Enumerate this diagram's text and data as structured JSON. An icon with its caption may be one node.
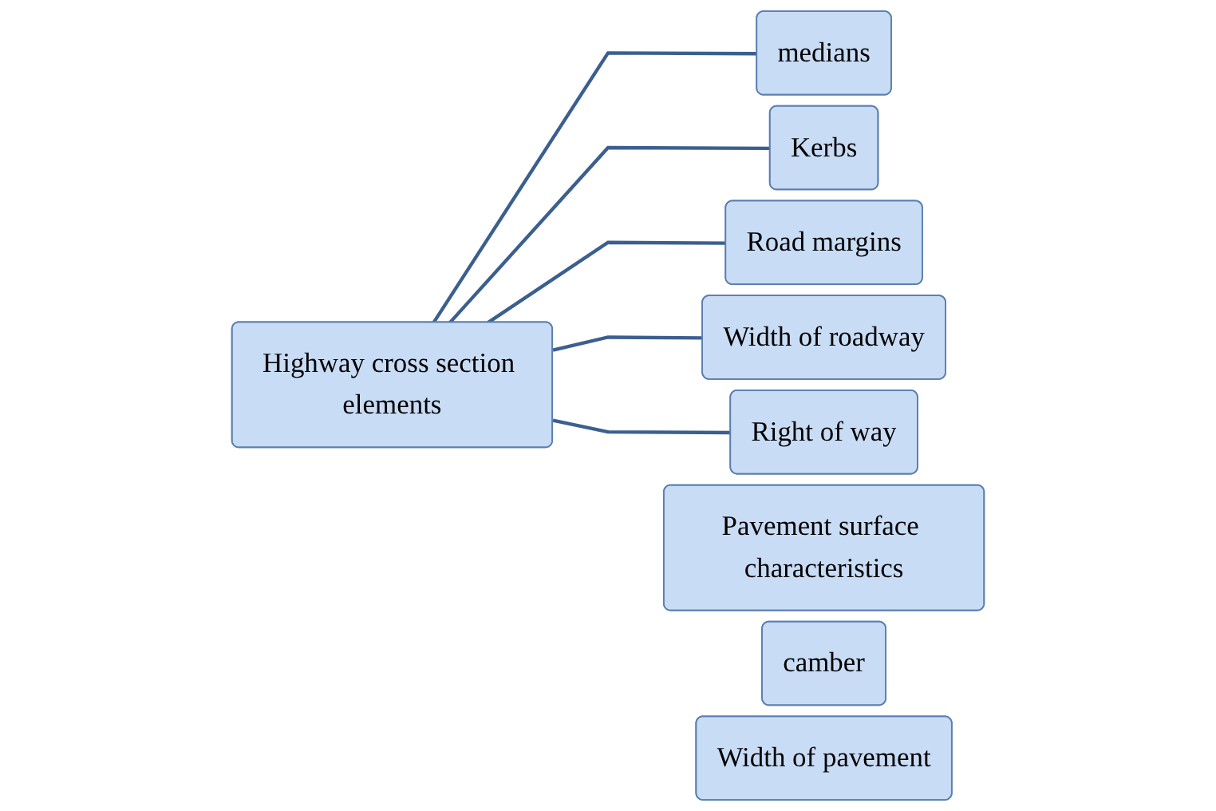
{
  "diagram": {
    "nodes": [
      {
        "text": [
          "Highway cross section elements"
        ]
      },
      {
        "text": [
          "Pavement surface characteristics"
        ]
      },
      {
        "text": [
          "camber"
        ]
      },
      {
        "text": [
          "Width of pavement"
        ]
      },
      {
        "text": [
          "medians"
        ]
      },
      {
        "text": [
          "Kerbs"
        ]
      },
      {
        "text": [
          "Road margins"
        ]
      },
      {
        "text": [
          "Width of roadway"
        ]
      },
      {
        "text": [
          "Right of way"
        ]
      }
    ],
    "edges": [
      {
        "from": 0,
        "to": 4,
        "arrow": "none"
      },
      {
        "from": 0,
        "to": 5,
        "arrow": "none"
      },
      {
        "from": 0,
        "to": 6,
        "arrow": "none"
      },
      {
        "from": 0,
        "to": 7,
        "arrow": "none"
      },
      {
        "from": 0,
        "to": 8,
        "arrow": "none"
      }
    ]
  }
}
